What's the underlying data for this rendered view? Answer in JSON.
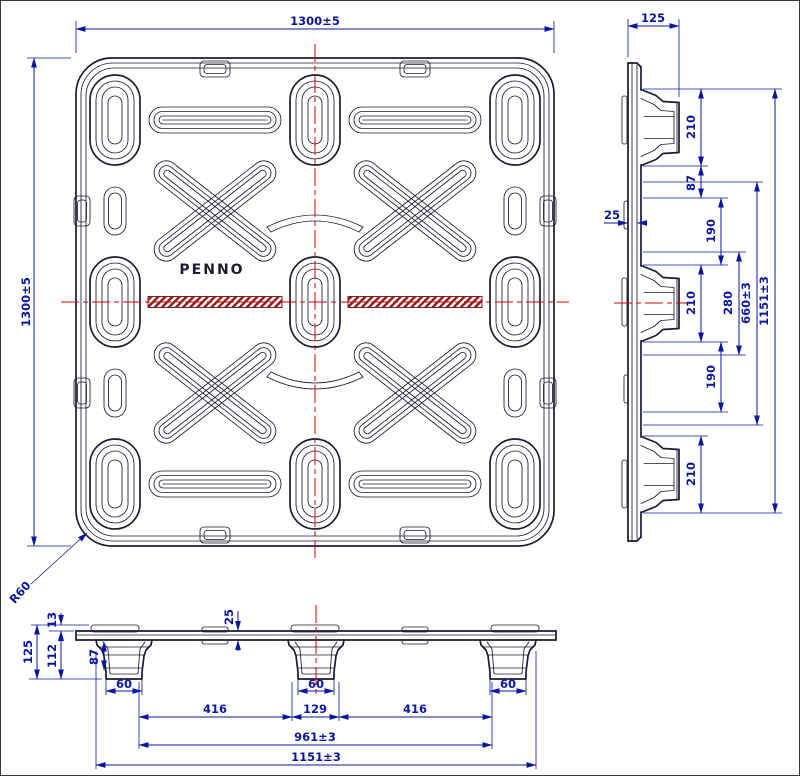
{
  "colors": {
    "line": "#1b1b33",
    "dimension": "#0b16a0",
    "centerline": "#d40000",
    "hatch": "#8b1a1a"
  },
  "brand_label": "PENNO",
  "top_view": {
    "width": "1300±5",
    "height": "1300±5",
    "corner_radius": "R60"
  },
  "side_view": {
    "depth": "125",
    "deck_thickness": "25",
    "foot_top_height": "210",
    "foot_edge_offset": "87",
    "gap_upper": "190",
    "foot_middle_height": "210",
    "middle_span": "280",
    "inner_span": "660±3",
    "gap_lower": "190",
    "foot_bottom_height": "210",
    "overall_span": "1151±3"
  },
  "front_view": {
    "lip_height": "13",
    "foot_height": "112",
    "overall_height": "125",
    "deck_thickness": "25",
    "foot_edge_offset": "87",
    "foot_width": "60",
    "foot_pitch": "416",
    "center_gap": "129",
    "feet_inner_span": "961±3",
    "feet_outer_span": "1151±3"
  }
}
